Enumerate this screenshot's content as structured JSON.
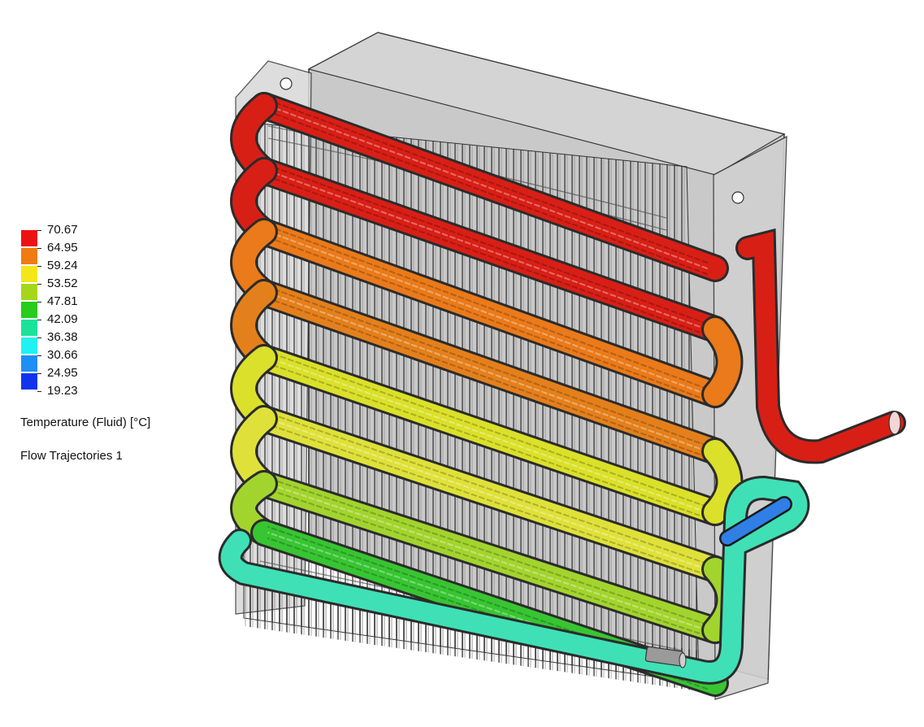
{
  "legend": {
    "labels": [
      "70.67",
      "64.95",
      "59.24",
      "53.52",
      "47.81",
      "42.09",
      "36.38",
      "30.66",
      "24.95",
      "19.23"
    ],
    "colors": [
      "#ee1111",
      "#f07b10",
      "#f3e61a",
      "#a6d61a",
      "#28cc1a",
      "#1be29a",
      "#20f2f2",
      "#1f8ef5",
      "#1133ee"
    ],
    "title": "Temperature (Fluid) [°C]",
    "subtitle": "Flow Trajectories 1"
  },
  "tube_colors": [
    "#d81f16",
    "#d81f16",
    "#ea7a1a",
    "#e4801c",
    "#dbe02a",
    "#dfe13a",
    "#a2d42e",
    "#38c532"
  ],
  "return_color": "#3fe0b6",
  "inlet_color": "#2f7fe6",
  "outlet_color": "#d81f16"
}
